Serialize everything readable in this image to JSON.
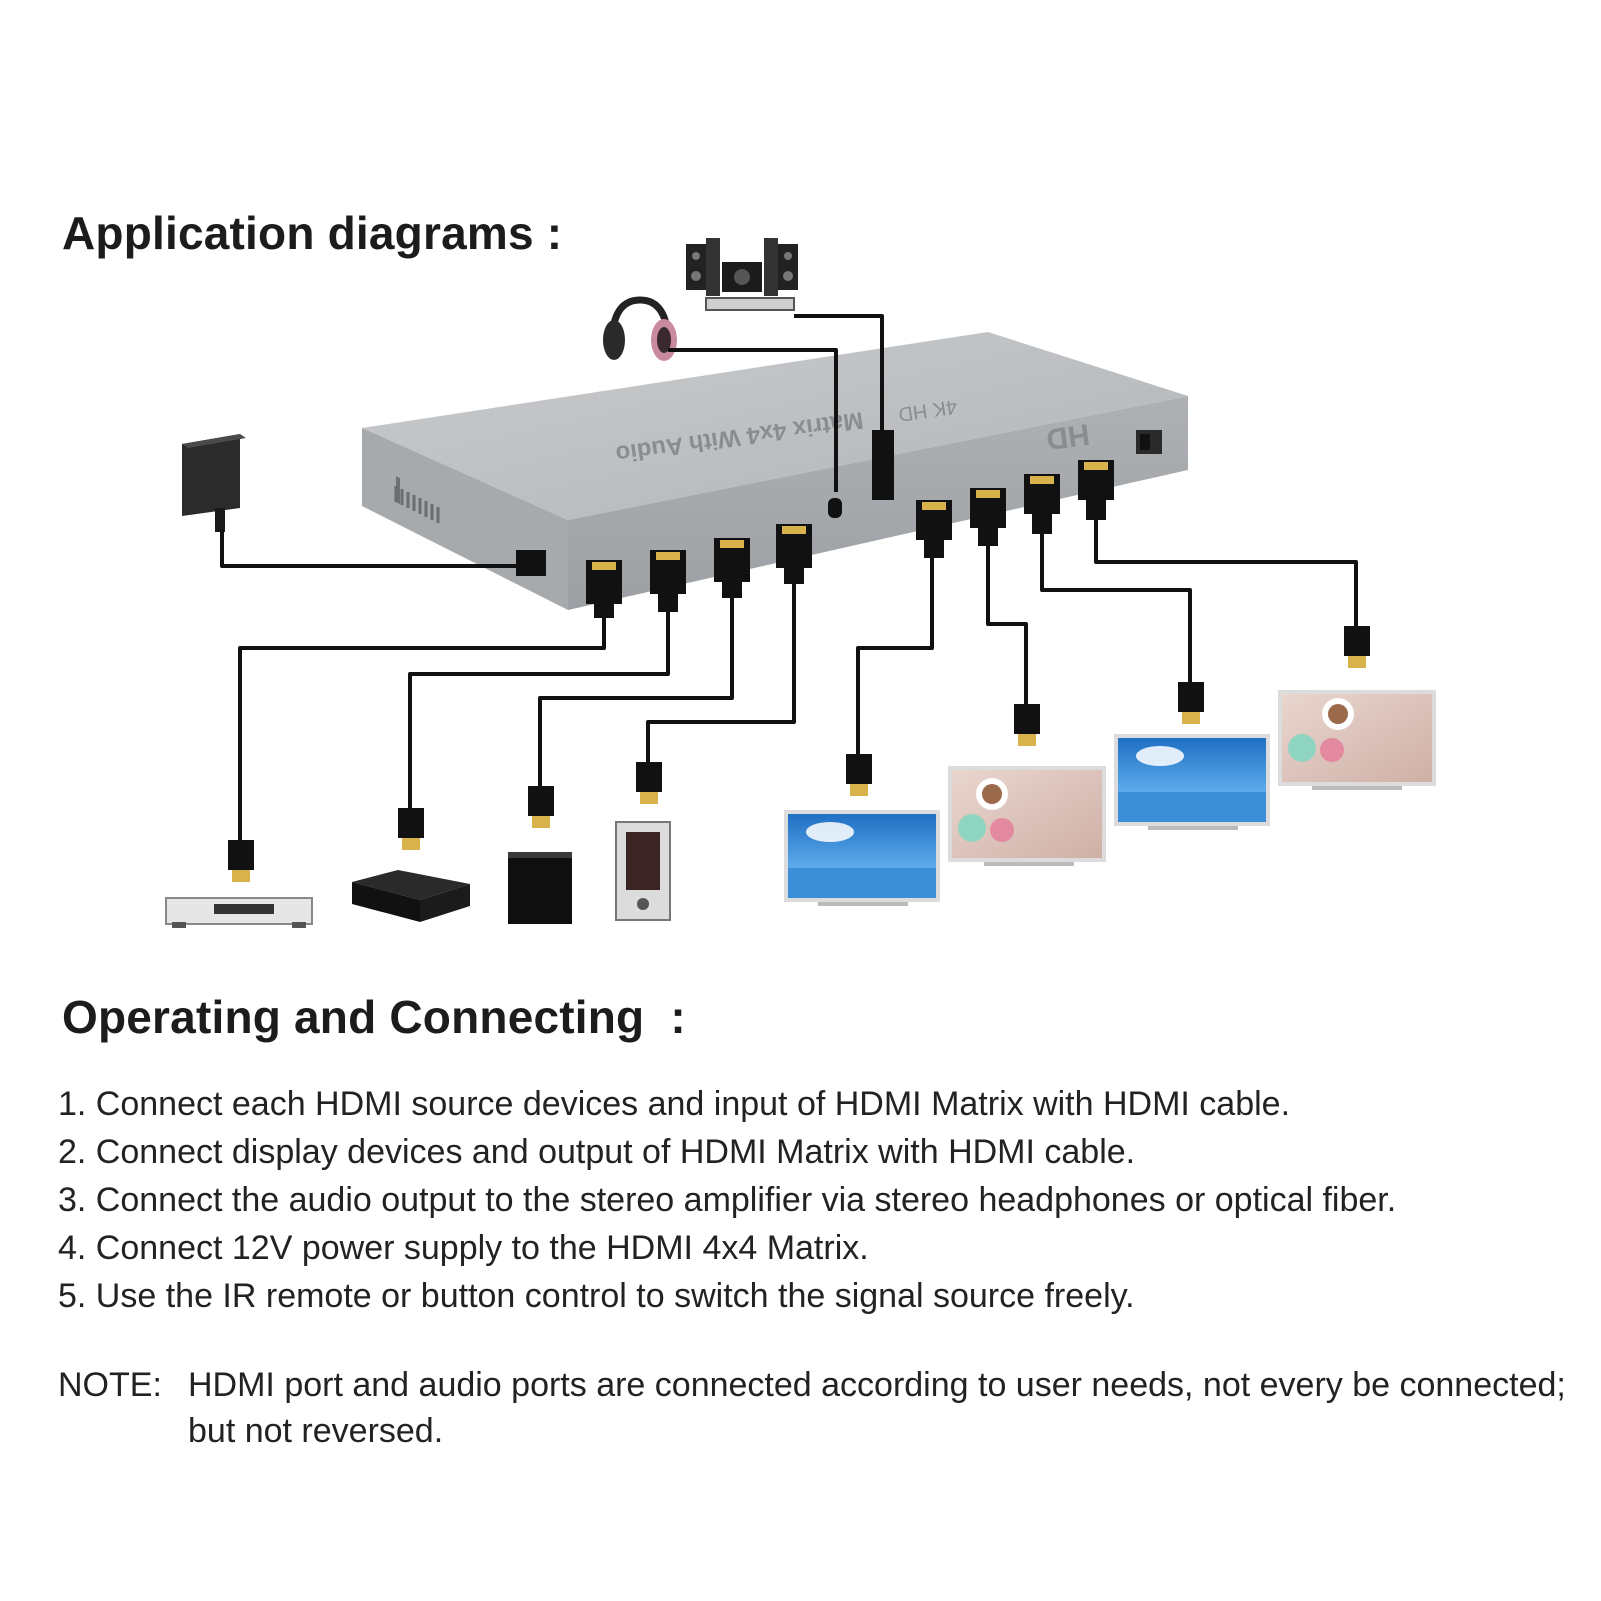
{
  "headings": {
    "application": "Application diagrams :",
    "operating": "Operating and Connecting  :"
  },
  "device": {
    "brand": "HD",
    "model": "4K HD",
    "name": "Matrix 4x4 With Audio"
  },
  "steps": [
    "1. Connect each HDMI source devices and input of HDMI Matrix with HDMI cable.",
    "2. Connect display devices and output of HDMI Matrix with HDMI cable.",
    "3. Connect the audio output to the stereo amplifier via stereo headphones or optical fiber.",
    "4. Connect 12V power supply to the HDMI 4x4 Matrix.",
    "5. Use the IR remote or button control to switch the signal source freely."
  ],
  "note": {
    "label": "NOTE:",
    "text": "HDMI port and audio ports are connected according to user needs, not every be connected; but not reversed."
  },
  "colors": {
    "device_body": "#b9bcbf",
    "cable": "#111111",
    "connector_gold": "#d8b24a",
    "tv_sky": "#2f86d8"
  }
}
